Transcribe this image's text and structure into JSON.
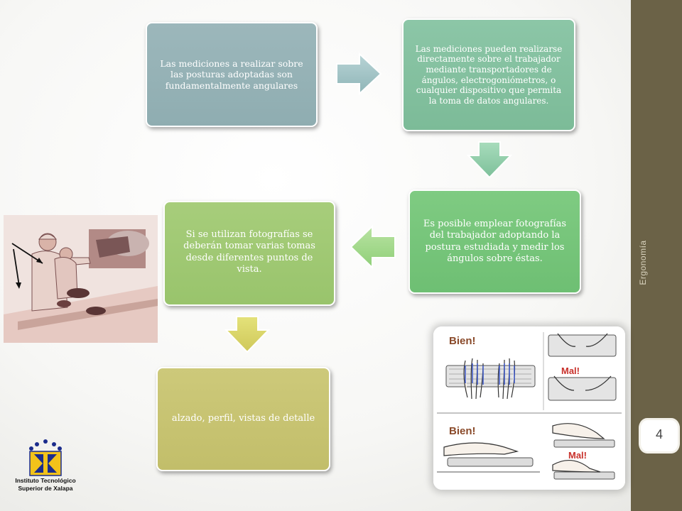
{
  "boxes": {
    "b1": "Las mediciones a realizar sobre las posturas adoptadas son fundamentalmente angulares",
    "b2": "Las mediciones pueden realizarse directamente sobre el trabajador mediante transportadores de ángulos, electrogoniómetros, o cualquier dispositivo que permita la toma de datos angulares.",
    "b3": "Es posible emplear fotografías del trabajador adoptando la postura estudiada y medir los ángulos sobre éstas.",
    "b4": "Si se utilizan fotografías se deberán tomar varias tomas desde diferentes puntos de vista.",
    "b5": "alzado, perfil, vistas de detalle"
  },
  "sidebar": {
    "label": "Ergonomía",
    "page_number": "4"
  },
  "hands_figure": {
    "bien_top": "Bien!",
    "mal_top": "Mal!",
    "bien_bottom": "Bien!",
    "mal_bottom": "Mal!"
  },
  "logo": {
    "line1": "Instituto Tecnológico",
    "line2": "Superior de Xalapa"
  },
  "colors": {
    "sidebar": "#6b6247",
    "box1": "#9cb7bb",
    "box2": "#8cc6a7",
    "box3": "#7fcb82",
    "box4": "#a7cd7b",
    "box5": "#cdc97a",
    "mal_red": "#c8302a",
    "bien_brown": "#8a4a2a"
  }
}
